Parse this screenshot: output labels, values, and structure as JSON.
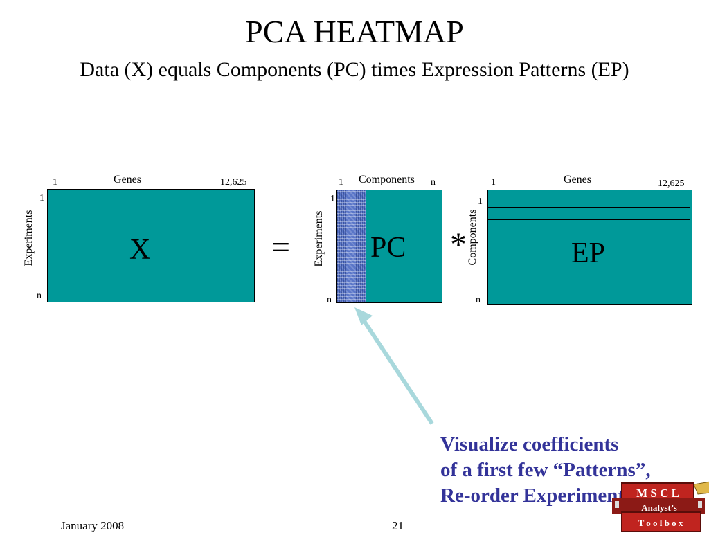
{
  "slide": {
    "title": "PCA HEATMAP",
    "subtitle": "Data (X) equals Components (PC) times Expression Patterns (EP)"
  },
  "matrix_x": {
    "top_label": "Genes",
    "col_start": "1",
    "col_end": "12,625",
    "row_start": "1",
    "row_end": "n",
    "side_label": "Experiments",
    "symbol": "X"
  },
  "operator_equals": "=",
  "matrix_pc": {
    "top_label": "Components",
    "col_start": "1",
    "col_end": "n",
    "row_start": "1",
    "row_end": "n",
    "side_label": "Experiments",
    "symbol": "PC"
  },
  "operator_multiply": "*",
  "matrix_ep": {
    "top_label": "Genes",
    "col_start": "1",
    "col_end": "12,625",
    "row_start": "1",
    "row_end": "n",
    "side_label": "Components",
    "symbol": "EP"
  },
  "callout": {
    "line1": "Visualize coefficients",
    "line2": "of a first few “Patterns”,",
    "line3": "Re-order Experiments"
  },
  "footer": {
    "date": "January 2008",
    "page": "21"
  },
  "logo": {
    "line1": "M S C L",
    "line2": "Analyst’s",
    "line3": "T o o l b o x"
  },
  "colors": {
    "matrix_fill": "#009999",
    "pc_strip": "#5a76c8",
    "arrow": "#a8d8dc",
    "callout_text": "#333399",
    "logo_red": "#c0241f",
    "logo_gold": "#e0b84a"
  }
}
